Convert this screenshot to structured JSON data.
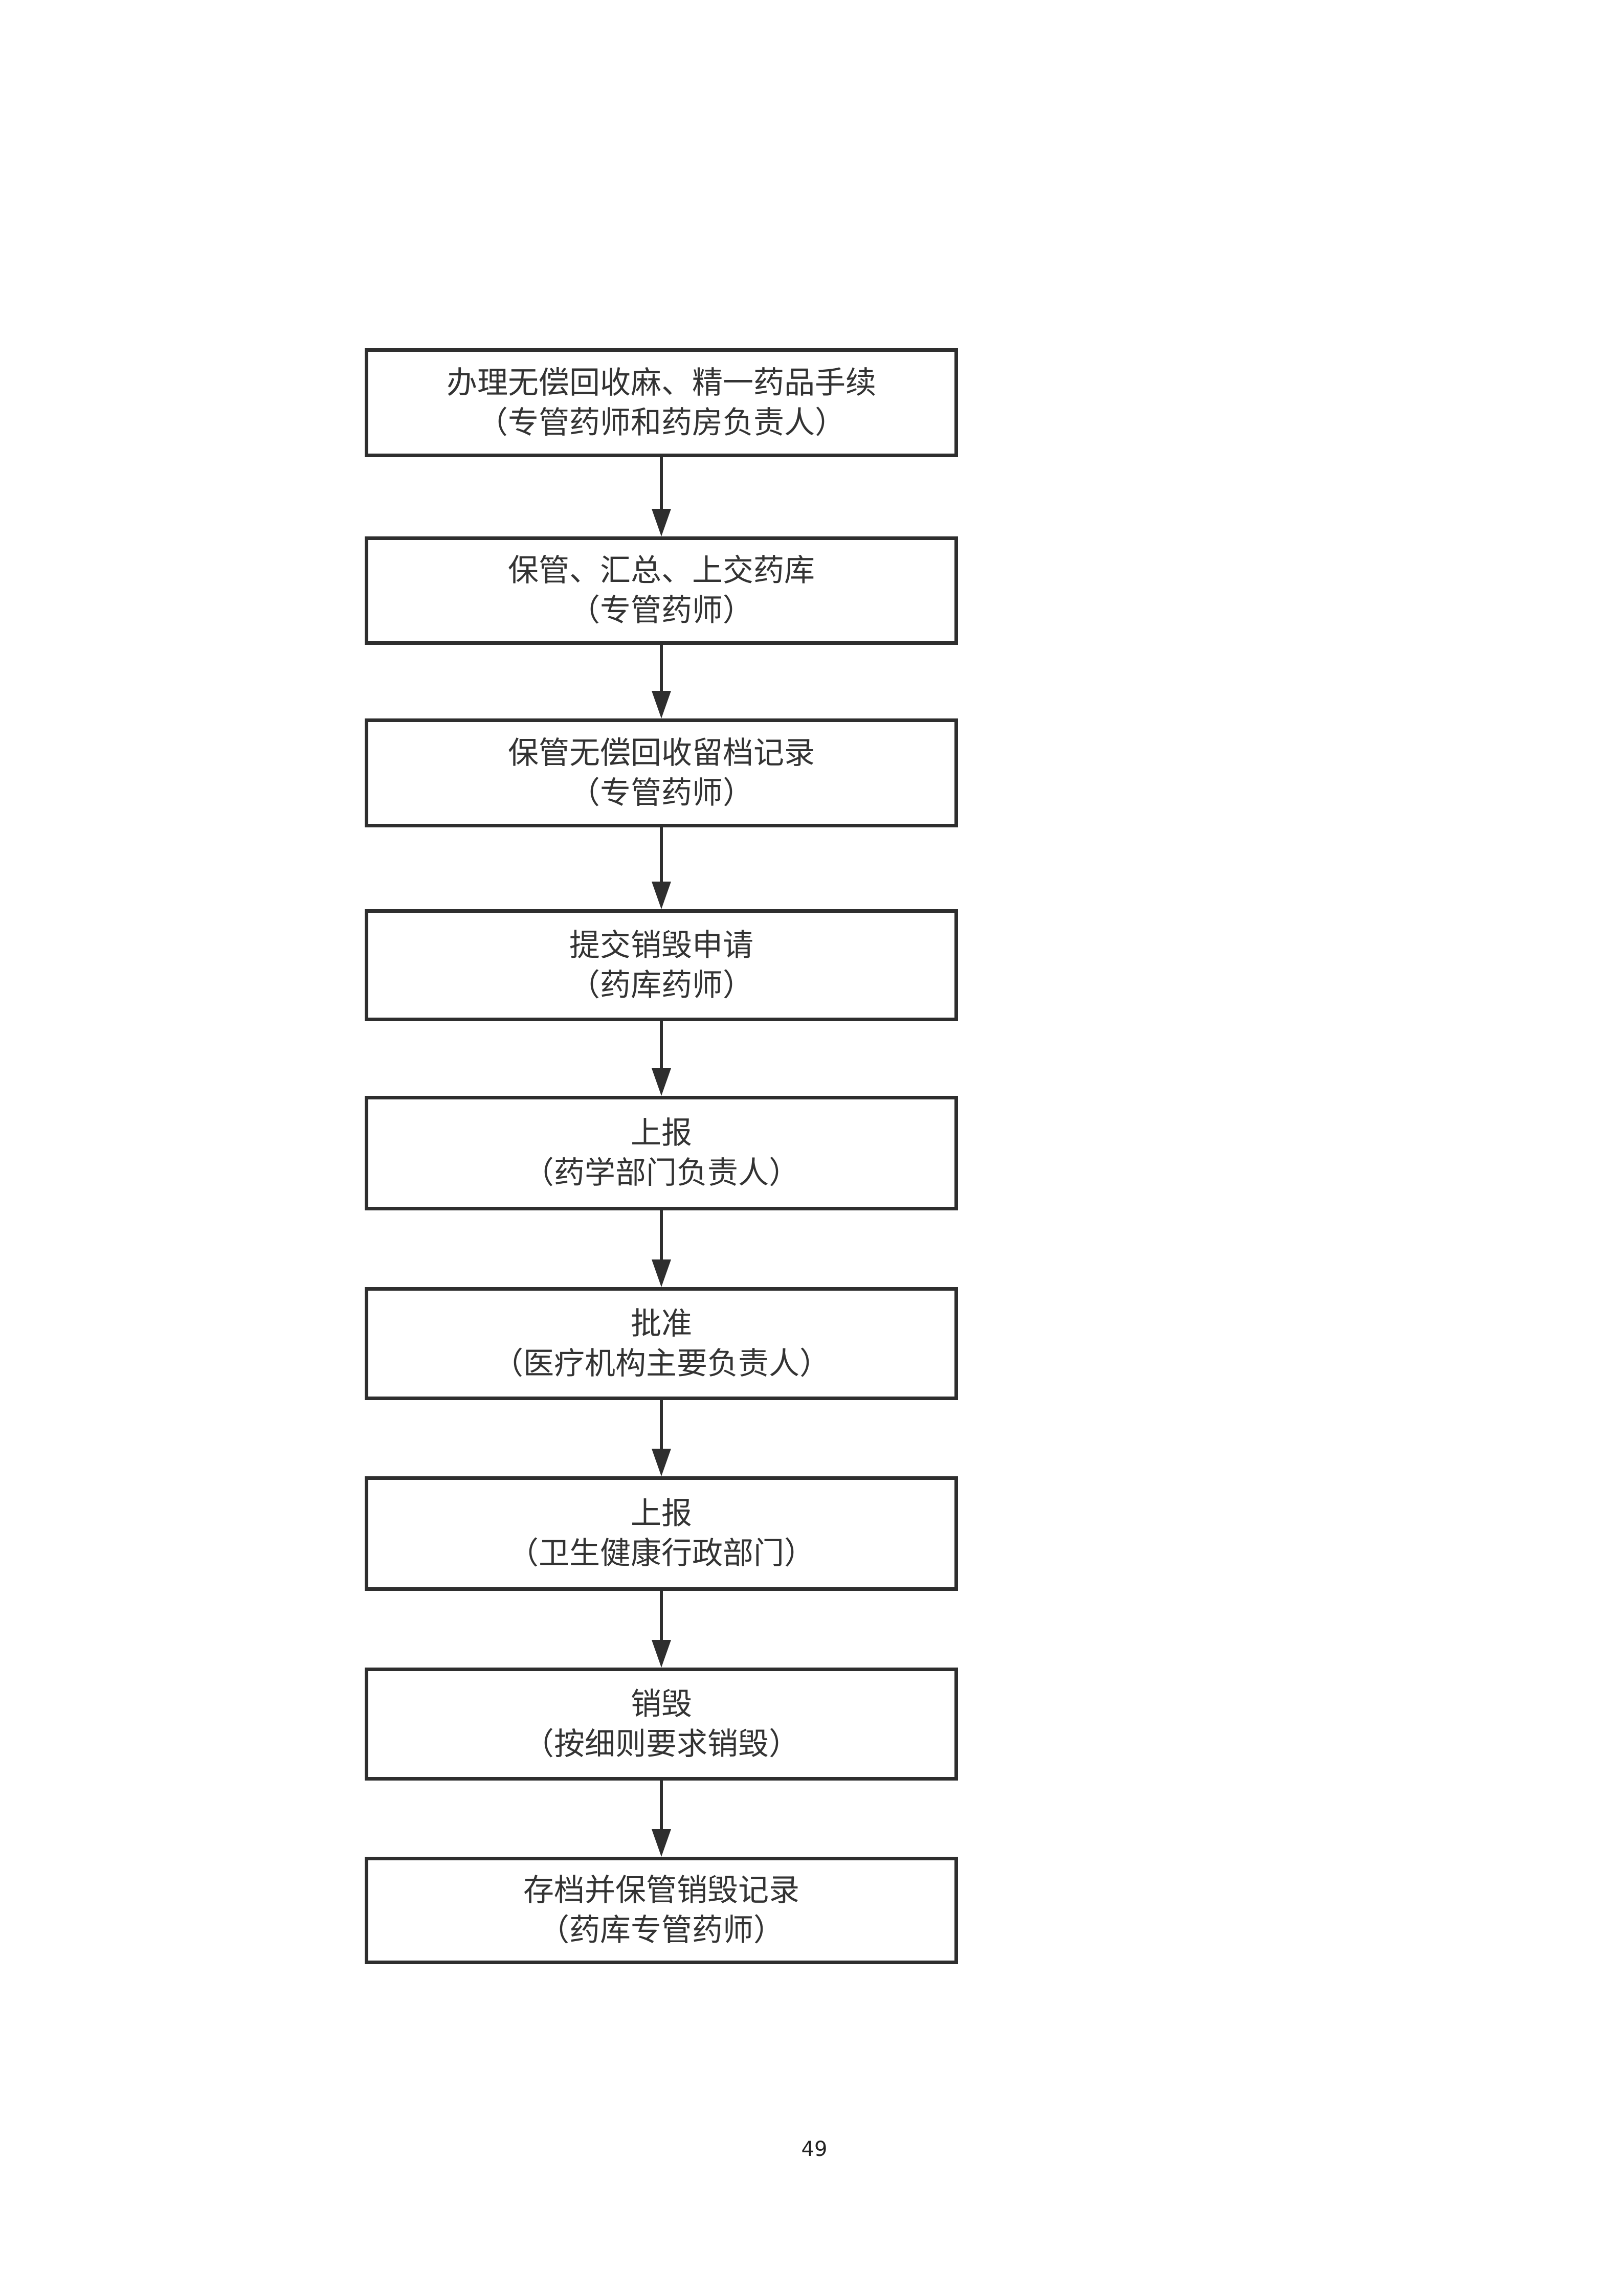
{
  "steps": [
    {
      "title": "办理无偿回收麻、精一药品手续",
      "role": "（专管药师和药房负责人）"
    },
    {
      "title": "保管、汇总、上交药库",
      "role": "（专管药师）"
    },
    {
      "title": "保管无偿回收留档记录",
      "role": "（专管药师）"
    },
    {
      "title": "提交销毁申请",
      "role": "（药库药师）"
    },
    {
      "title": "上报",
      "role": "（药学部门负责人）"
    },
    {
      "title": "批准",
      "role": "（医疗机构主要负责人）"
    },
    {
      "title": "上报",
      "role": "（卫生健康行政部门）"
    },
    {
      "title": "销毁",
      "role": "（按细则要求销毁）"
    },
    {
      "title": "存档并保管销毁记录",
      "role": "（药库专管药师）"
    }
  ],
  "page_number": "49"
}
